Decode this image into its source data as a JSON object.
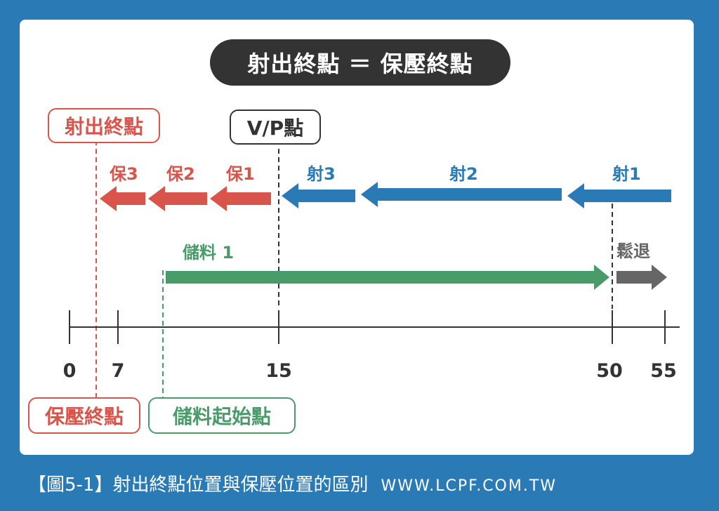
{
  "title": "射出終點 ＝ 保壓終點",
  "tags": {
    "injection_end": "射出終點",
    "vp_point": "V/P點",
    "hold_end": "保壓終點",
    "dosing_start": "儲料起始點"
  },
  "arrows": {
    "hold3": "保3",
    "hold2": "保2",
    "hold1": "保1",
    "inject3": "射3",
    "inject2": "射2",
    "inject1": "射1",
    "dosing1": "儲料 1",
    "decompress": "鬆退"
  },
  "axis_ticks": [
    "0",
    "7",
    "15",
    "50",
    "55"
  ],
  "caption": "【圖5-1】射出終點位置與保壓位置的區別",
  "website": "WWW.LCPF.COM.TW",
  "colors": {
    "background": "#2a7ab5",
    "hold": "#d9544a",
    "inject": "#2a7ab5",
    "dosing": "#4a9b6a",
    "decompress": "#666666",
    "dark": "#333333"
  }
}
